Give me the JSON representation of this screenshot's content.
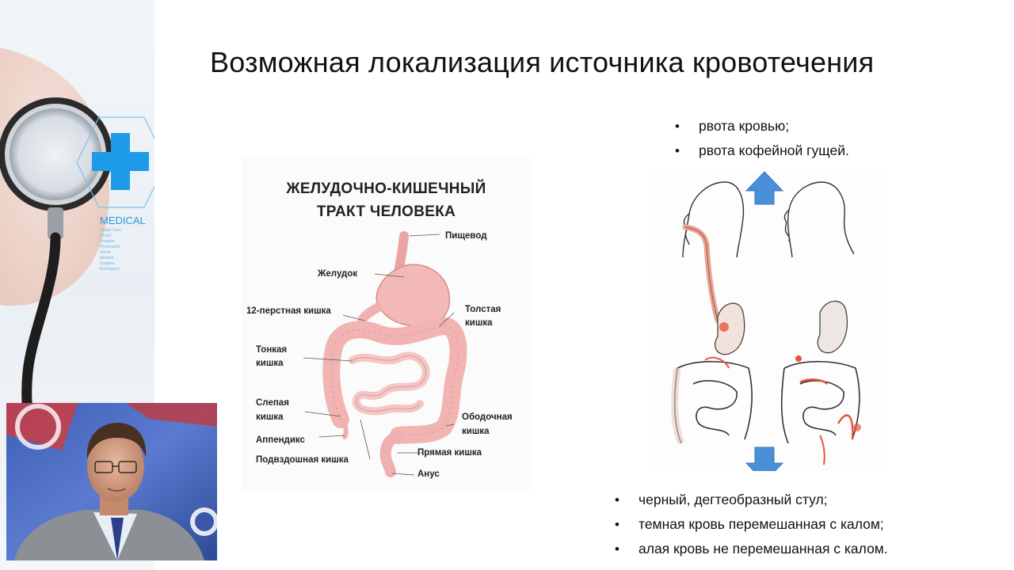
{
  "slide": {
    "title": "Возможная локализация источника кровотечения"
  },
  "left_panel": {
    "brand_text": "MEDICAL",
    "icons": [
      "stethoscope-icon",
      "medical-cross-icon"
    ]
  },
  "gi_figure": {
    "title_line1": "ЖЕЛУДОЧНО-КИШЕЧНЫЙ",
    "title_line2": "ТРАКТ ЧЕЛОВЕКА",
    "labels": {
      "esophagus": "Пищевод",
      "stomach": "Желудок",
      "duodenum": "12-перстная кишка",
      "large_intestine_1": "Толстая",
      "large_intestine_2": "кишка",
      "small_intestine_1": "Тонкая",
      "small_intestine_2": "кишка",
      "cecum_1": "Слепая",
      "cecum_2": "кишка",
      "colon_1": "Ободочная",
      "colon_2": "кишка",
      "appendix": "Аппендикс",
      "rectum": "Прямая кишка",
      "ileum": "Подвздошная кишка",
      "anus": "Анус"
    }
  },
  "upper_signs": [
    "рвота кровью;",
    "рвота кофейной гущей."
  ],
  "lower_signs": [
    "черный, дегтеобразный стул;",
    "темная кровь перемешанная с калом;",
    "алая кровь не перемешанная с калом."
  ],
  "colors": {
    "arrow": "#4a8fd8",
    "intestine": "#f3b7b7",
    "bleeding": "#e8553a",
    "cross": "#1e9be8"
  }
}
